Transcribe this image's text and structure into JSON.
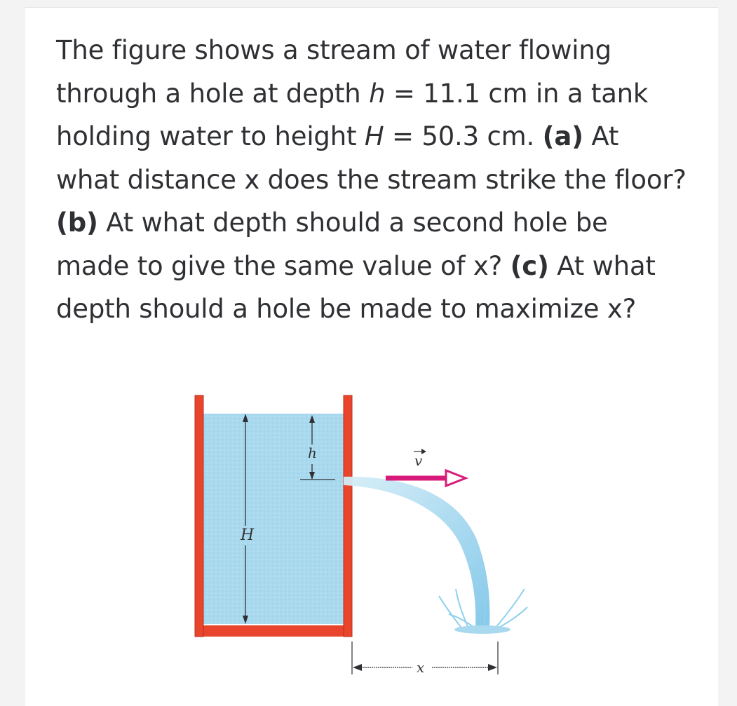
{
  "question": {
    "p1": "The figure shows a stream of water flowing through a hole at depth",
    "h_var": "h",
    "p2": "= 11.1 cm in a tank holding water to height",
    "H_var": "H",
    "p3": "= 50.3 cm.",
    "a_label": "(a)",
    "a_text": "At what distance x does the stream strike the floor?",
    "b_label": "(b)",
    "b_text": "At what depth should a second hole be made to give the same value of x?",
    "c_label": "(c)",
    "c_text": "At what depth should a hole be made to maximize x?"
  },
  "figure": {
    "label_H": "H",
    "label_h": "h",
    "label_v": "v",
    "label_x": "x",
    "colors": {
      "tank_wall": "#e8452c",
      "water": "#a9d9ee",
      "arrow": "#d81b7a",
      "stream": "#7fc6e8",
      "text": "#2f3033"
    }
  }
}
